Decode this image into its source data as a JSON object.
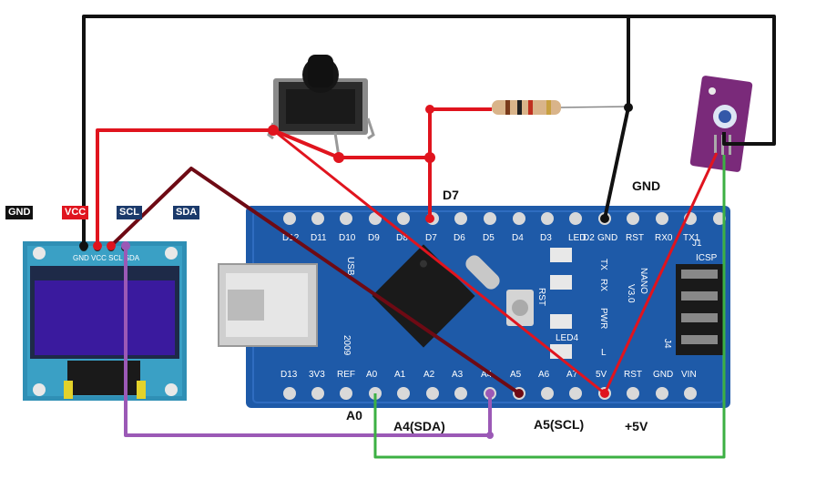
{
  "oled": {
    "pin_tags": [
      {
        "text": "GND",
        "color": "#111111"
      },
      {
        "text": "VCC",
        "color": "#e0141e"
      },
      {
        "text": "SCL",
        "color": "#1b3a6b"
      },
      {
        "text": "SDA",
        "color": "#1b3a6b"
      }
    ],
    "header_text": "GND VCC SCL SDA"
  },
  "nano": {
    "top_pins": [
      "D12",
      "D11",
      "D10",
      "D9",
      "D8",
      "D7",
      "D6",
      "D5",
      "D4",
      "D3",
      "LED",
      "D2",
      "GND",
      "RST",
      "RX0",
      "TX1"
    ],
    "bottom_pins": [
      "D13",
      "3V3",
      "REF",
      "A0",
      "A1",
      "A2",
      "A3",
      "A4",
      "A5",
      "A6",
      "A7",
      "5V",
      "RST",
      "GND",
      "VIN"
    ],
    "board_labels": {
      "tx": "TX",
      "rx": "RX",
      "pwr": "PWR",
      "led4": "LED4",
      "led": "L",
      "rst": "RST",
      "nano": "NANO",
      "version": "V3.0",
      "icsp": "ICSP",
      "j1": "J1",
      "j4": "J4",
      "usb": "USB",
      "year": "2009"
    }
  },
  "annotations": {
    "d7": "D7",
    "gnd": "GND",
    "a0": "A0",
    "a4_sda": "A4(SDA)",
    "a5_scl": "A5(SCL)",
    "plus_5v": "+5V"
  },
  "colors": {
    "wire_black": "#111111",
    "wire_red": "#e0141e",
    "wire_darkred": "#6e0a14",
    "wire_purple": "#9b59b6",
    "wire_green": "#3cb043",
    "board_blue": "#1e5aa8",
    "oled_screen": "#3a1a9e",
    "sensor_purple": "#7a2a7a"
  }
}
